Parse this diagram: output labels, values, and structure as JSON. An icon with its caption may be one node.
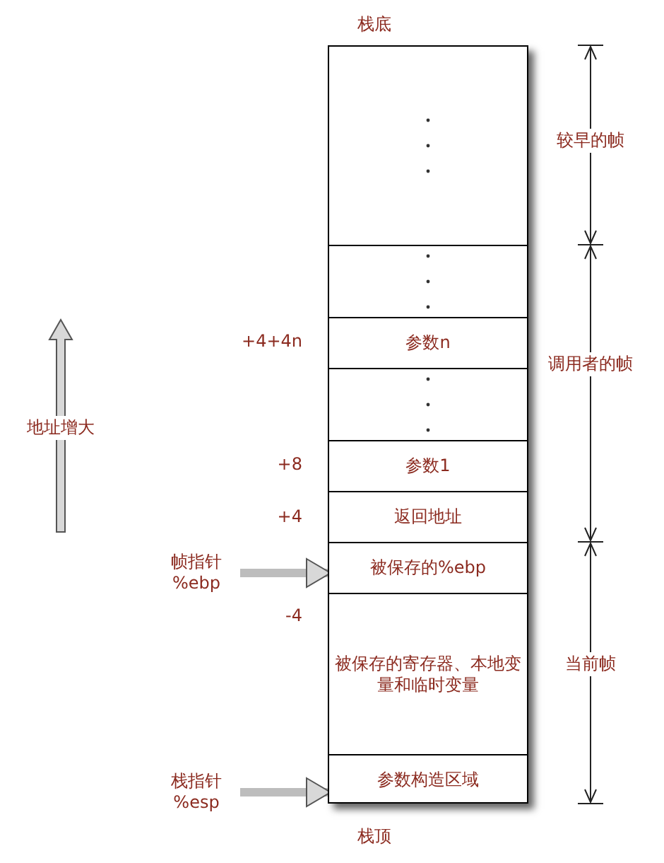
{
  "diagram": {
    "nodes": [
      {
        "text": [],
        "shape": "box"
      },
      {
        "text": [],
        "shape": "box"
      },
      {
        "text": [
          "参数n"
        ]
      },
      {
        "text": [],
        "shape": "box"
      },
      {
        "text": [
          "参数1"
        ]
      },
      {
        "text": [
          "返回地址"
        ]
      },
      {
        "text": [
          "被保存的%ebp"
        ]
      },
      {
        "text": [
          "被保存的寄存器、本地变量和临时变量"
        ]
      },
      {
        "text": [
          "参数构造区域"
        ]
      },
      {
        "text": [
          "帧指针 %ebp"
        ]
      },
      {
        "text": [
          "栈指针 %esp"
        ]
      }
    ],
    "edges": [
      {
        "from": 9,
        "to": 6,
        "arrow": "to"
      },
      {
        "from": 10,
        "to": 8,
        "arrow": "to"
      }
    ],
    "labels": [
      "栈底",
      "较早的帧",
      "+4+4n",
      "调用者的帧",
      "地址增大",
      "+8",
      "+4",
      "-4",
      "当前帧",
      "栈顶"
    ]
  }
}
